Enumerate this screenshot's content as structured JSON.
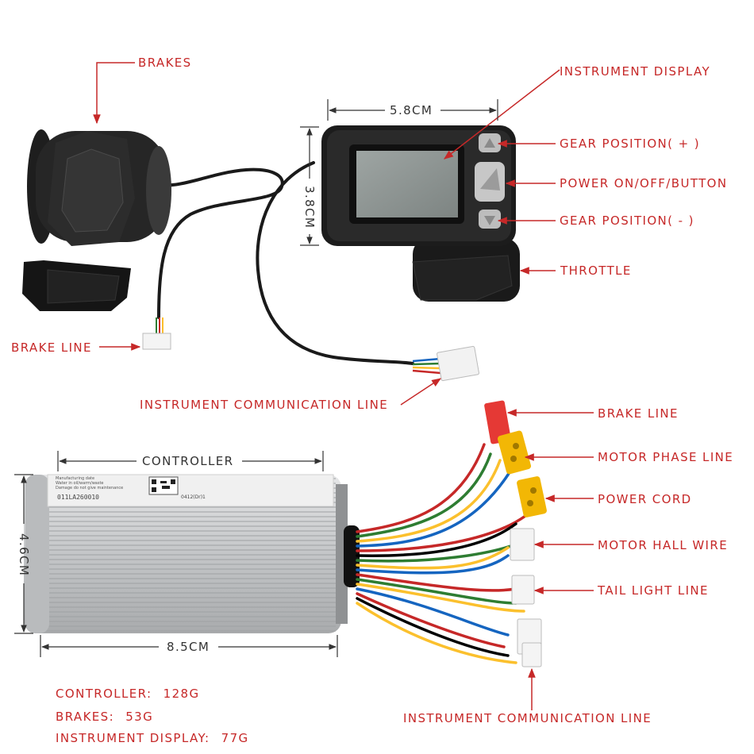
{
  "colors": {
    "annotation": "#c62828",
    "dimension": "#333333",
    "plastic": "#1f1f1f",
    "aluminium": "#c9cbcd",
    "lcd": "#8e9593"
  },
  "components": {
    "brakes": "BRAKES",
    "brake_line_top": "BRAKE LINE",
    "instrument_display": "INSTRUMENT DISPLAY",
    "gear_plus": "GEAR POSITION( + )",
    "power_button": "POWER ON/OFF/BUTTON",
    "gear_minus": "GEAR POSITION( - )",
    "throttle": "THROTTLE",
    "instrument_comm_line_top": "INSTRUMENT COMMUNICATION LINE",
    "brake_line_right": "BRAKE LINE",
    "motor_phase_line": "MOTOR PHASE LINE",
    "power_cord": "POWER CORD",
    "motor_hall_wire": "MOTOR HALL WIRE",
    "tail_light_line": "TAIL LIGHT LINE",
    "instrument_comm_line_bottom": "INSTRUMENT COMMUNICATION LINE"
  },
  "dimensions": {
    "display_width": "5.8CM",
    "display_height": "3.8CM",
    "controller_label": "CONTROLLER",
    "controller_height": "4.6CM",
    "controller_length": "8.5CM"
  },
  "controller_sticker": {
    "line1": "Manufacturing date",
    "line2": "Water in oil/warm/waste",
    "line3": "Damage do not give maintenance",
    "serial": "011LA260010",
    "code": "0412(Dr)1"
  },
  "weights": [
    {
      "name": "CONTROLLER:",
      "value": "128G"
    },
    {
      "name": "BRAKES:",
      "value": "53G"
    },
    {
      "name": "INSTRUMENT DISPLAY:",
      "value": "77G"
    }
  ]
}
